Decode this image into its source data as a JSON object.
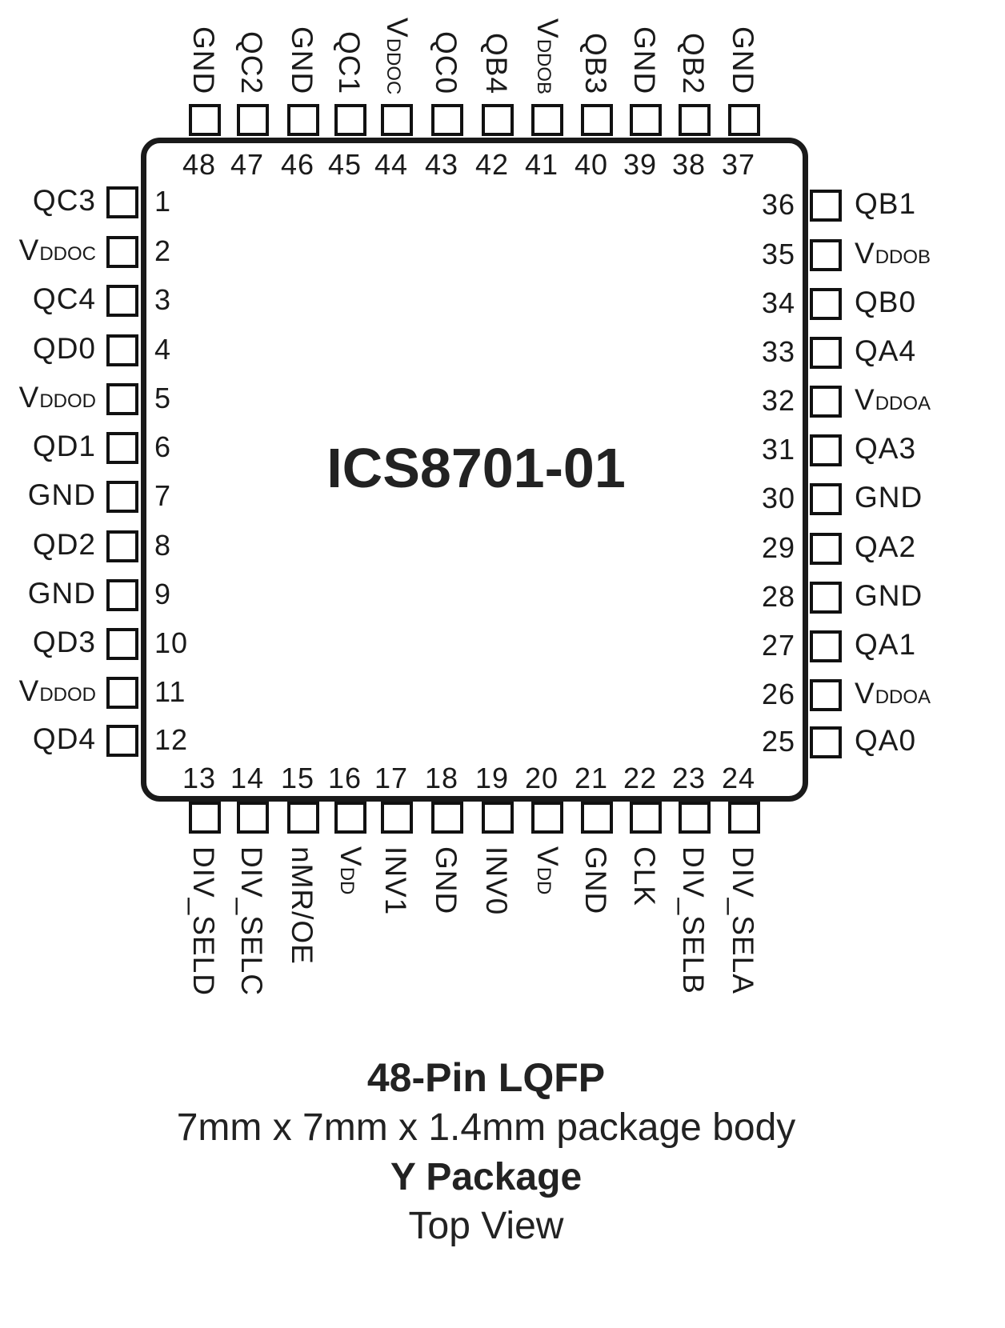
{
  "chip": {
    "part_number": "ICS8701-01"
  },
  "pins": {
    "left": [
      {
        "num": "1",
        "main": "QC3",
        "sub": ""
      },
      {
        "num": "2",
        "main": "V",
        "sub": "DDOC"
      },
      {
        "num": "3",
        "main": "QC4",
        "sub": ""
      },
      {
        "num": "4",
        "main": "QD0",
        "sub": ""
      },
      {
        "num": "5",
        "main": "V",
        "sub": "DDOD"
      },
      {
        "num": "6",
        "main": "QD1",
        "sub": ""
      },
      {
        "num": "7",
        "main": "GND",
        "sub": ""
      },
      {
        "num": "8",
        "main": "QD2",
        "sub": ""
      },
      {
        "num": "9",
        "main": "GND",
        "sub": ""
      },
      {
        "num": "10",
        "main": "QD3",
        "sub": ""
      },
      {
        "num": "11",
        "main": "V",
        "sub": "DDOD"
      },
      {
        "num": "12",
        "main": "QD4",
        "sub": ""
      }
    ],
    "bottom": [
      {
        "num": "13",
        "main": "DIV_SELD",
        "sub": ""
      },
      {
        "num": "14",
        "main": "DIV_SELC",
        "sub": ""
      },
      {
        "num": "15",
        "main": "nMR/OE",
        "sub": ""
      },
      {
        "num": "16",
        "main": "V",
        "sub": "DD"
      },
      {
        "num": "17",
        "main": "INV1",
        "sub": ""
      },
      {
        "num": "18",
        "main": "GND",
        "sub": ""
      },
      {
        "num": "19",
        "main": "INV0",
        "sub": ""
      },
      {
        "num": "20",
        "main": "V",
        "sub": "DD"
      },
      {
        "num": "21",
        "main": "GND",
        "sub": ""
      },
      {
        "num": "22",
        "main": "CLK",
        "sub": ""
      },
      {
        "num": "23",
        "main": "DIV_SELB",
        "sub": ""
      },
      {
        "num": "24",
        "main": "DIV_SELA",
        "sub": ""
      }
    ],
    "right": [
      {
        "num": "36",
        "main": "QB1",
        "sub": ""
      },
      {
        "num": "35",
        "main": "V",
        "sub": "DDOB"
      },
      {
        "num": "34",
        "main": "QB0",
        "sub": ""
      },
      {
        "num": "33",
        "main": "QA4",
        "sub": ""
      },
      {
        "num": "32",
        "main": "V",
        "sub": "DDOA"
      },
      {
        "num": "31",
        "main": "QA3",
        "sub": ""
      },
      {
        "num": "30",
        "main": "GND",
        "sub": ""
      },
      {
        "num": "29",
        "main": "QA2",
        "sub": ""
      },
      {
        "num": "28",
        "main": "GND",
        "sub": ""
      },
      {
        "num": "27",
        "main": "QA1",
        "sub": ""
      },
      {
        "num": "26",
        "main": "V",
        "sub": "DDOA"
      },
      {
        "num": "25",
        "main": "QA0",
        "sub": ""
      }
    ],
    "top": [
      {
        "num": "48",
        "main": "GND",
        "sub": ""
      },
      {
        "num": "47",
        "main": "QC2",
        "sub": ""
      },
      {
        "num": "46",
        "main": "GND",
        "sub": ""
      },
      {
        "num": "45",
        "main": "QC1",
        "sub": ""
      },
      {
        "num": "44",
        "main": "V",
        "sub": "DDOC"
      },
      {
        "num": "43",
        "main": "QC0",
        "sub": ""
      },
      {
        "num": "42",
        "main": "QB4",
        "sub": ""
      },
      {
        "num": "41",
        "main": "V",
        "sub": "DDOB"
      },
      {
        "num": "40",
        "main": "QB3",
        "sub": ""
      },
      {
        "num": "39",
        "main": "GND",
        "sub": ""
      },
      {
        "num": "38",
        "main": "QB2",
        "sub": ""
      },
      {
        "num": "37",
        "main": "GND",
        "sub": ""
      }
    ]
  },
  "caption": {
    "package": "48-Pin LQFP",
    "dimensions": "7mm x 7mm x 1.4mm package body",
    "package_code": "Y Package",
    "view": "Top View"
  }
}
